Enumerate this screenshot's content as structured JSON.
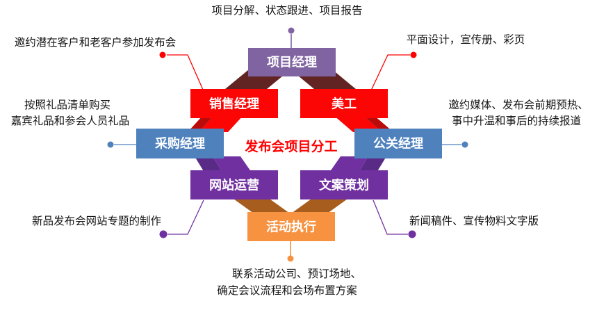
{
  "diagram": {
    "title": "发布会项目分工",
    "title_color": "#FF0000",
    "nodes": {
      "project_manager": {
        "label": "项目经理",
        "color": "#8064A2"
      },
      "sales_manager": {
        "label": "销售经理",
        "color": "#FB0505"
      },
      "artist": {
        "label": "美工",
        "color": "#FB0505"
      },
      "purchase_manager": {
        "label": "采购经理",
        "color": "#4F81BD"
      },
      "pr_manager": {
        "label": "公关经理",
        "color": "#4F81BD"
      },
      "website_ops": {
        "label": "网站运营",
        "color": "#7030A0"
      },
      "copywriter": {
        "label": "文案策划",
        "color": "#7030A0"
      },
      "event_exec": {
        "label": "活动执行",
        "color": "#F79240"
      }
    },
    "ribbon_colors": {
      "maroon_fold": "#622423",
      "dark_red_fold": "#BB0A0A",
      "dark_purple_fold": "#5A2B86",
      "dark_orange_fold": "#A65D1E"
    },
    "connectors": {
      "top": "#8064A2",
      "top_left": "#FF0000",
      "top_right": "#FF0000",
      "left": "#4F81BD",
      "right": "#4F81BD",
      "bottom_left": "#7030A0",
      "bottom_right": "#7030A0",
      "bottom": "#F79240"
    },
    "annotations": {
      "top": {
        "line1": "项目分解、状态跟进、项目报告"
      },
      "top_left": {
        "line1": "邀约潜在客户和老客户参加发布会"
      },
      "top_right": {
        "line1": "平面设计，宣传册、彩页"
      },
      "left": {
        "line1": "按照礼品清单购买",
        "line2": "嘉宾礼品和参会人员礼品"
      },
      "right": {
        "line1": "邀约媒体、发布会前期预热、",
        "line2": "事中升温和事后的持续报道"
      },
      "bottom_left": {
        "line1": "新品发布会网站专题的制作"
      },
      "bottom_right": {
        "line1": "新闻稿件、宣传物料文字版"
      },
      "bottom": {
        "line1": "联系活动公司、预订场地、",
        "line2": "确定会议流程和会场布置方案"
      }
    }
  }
}
